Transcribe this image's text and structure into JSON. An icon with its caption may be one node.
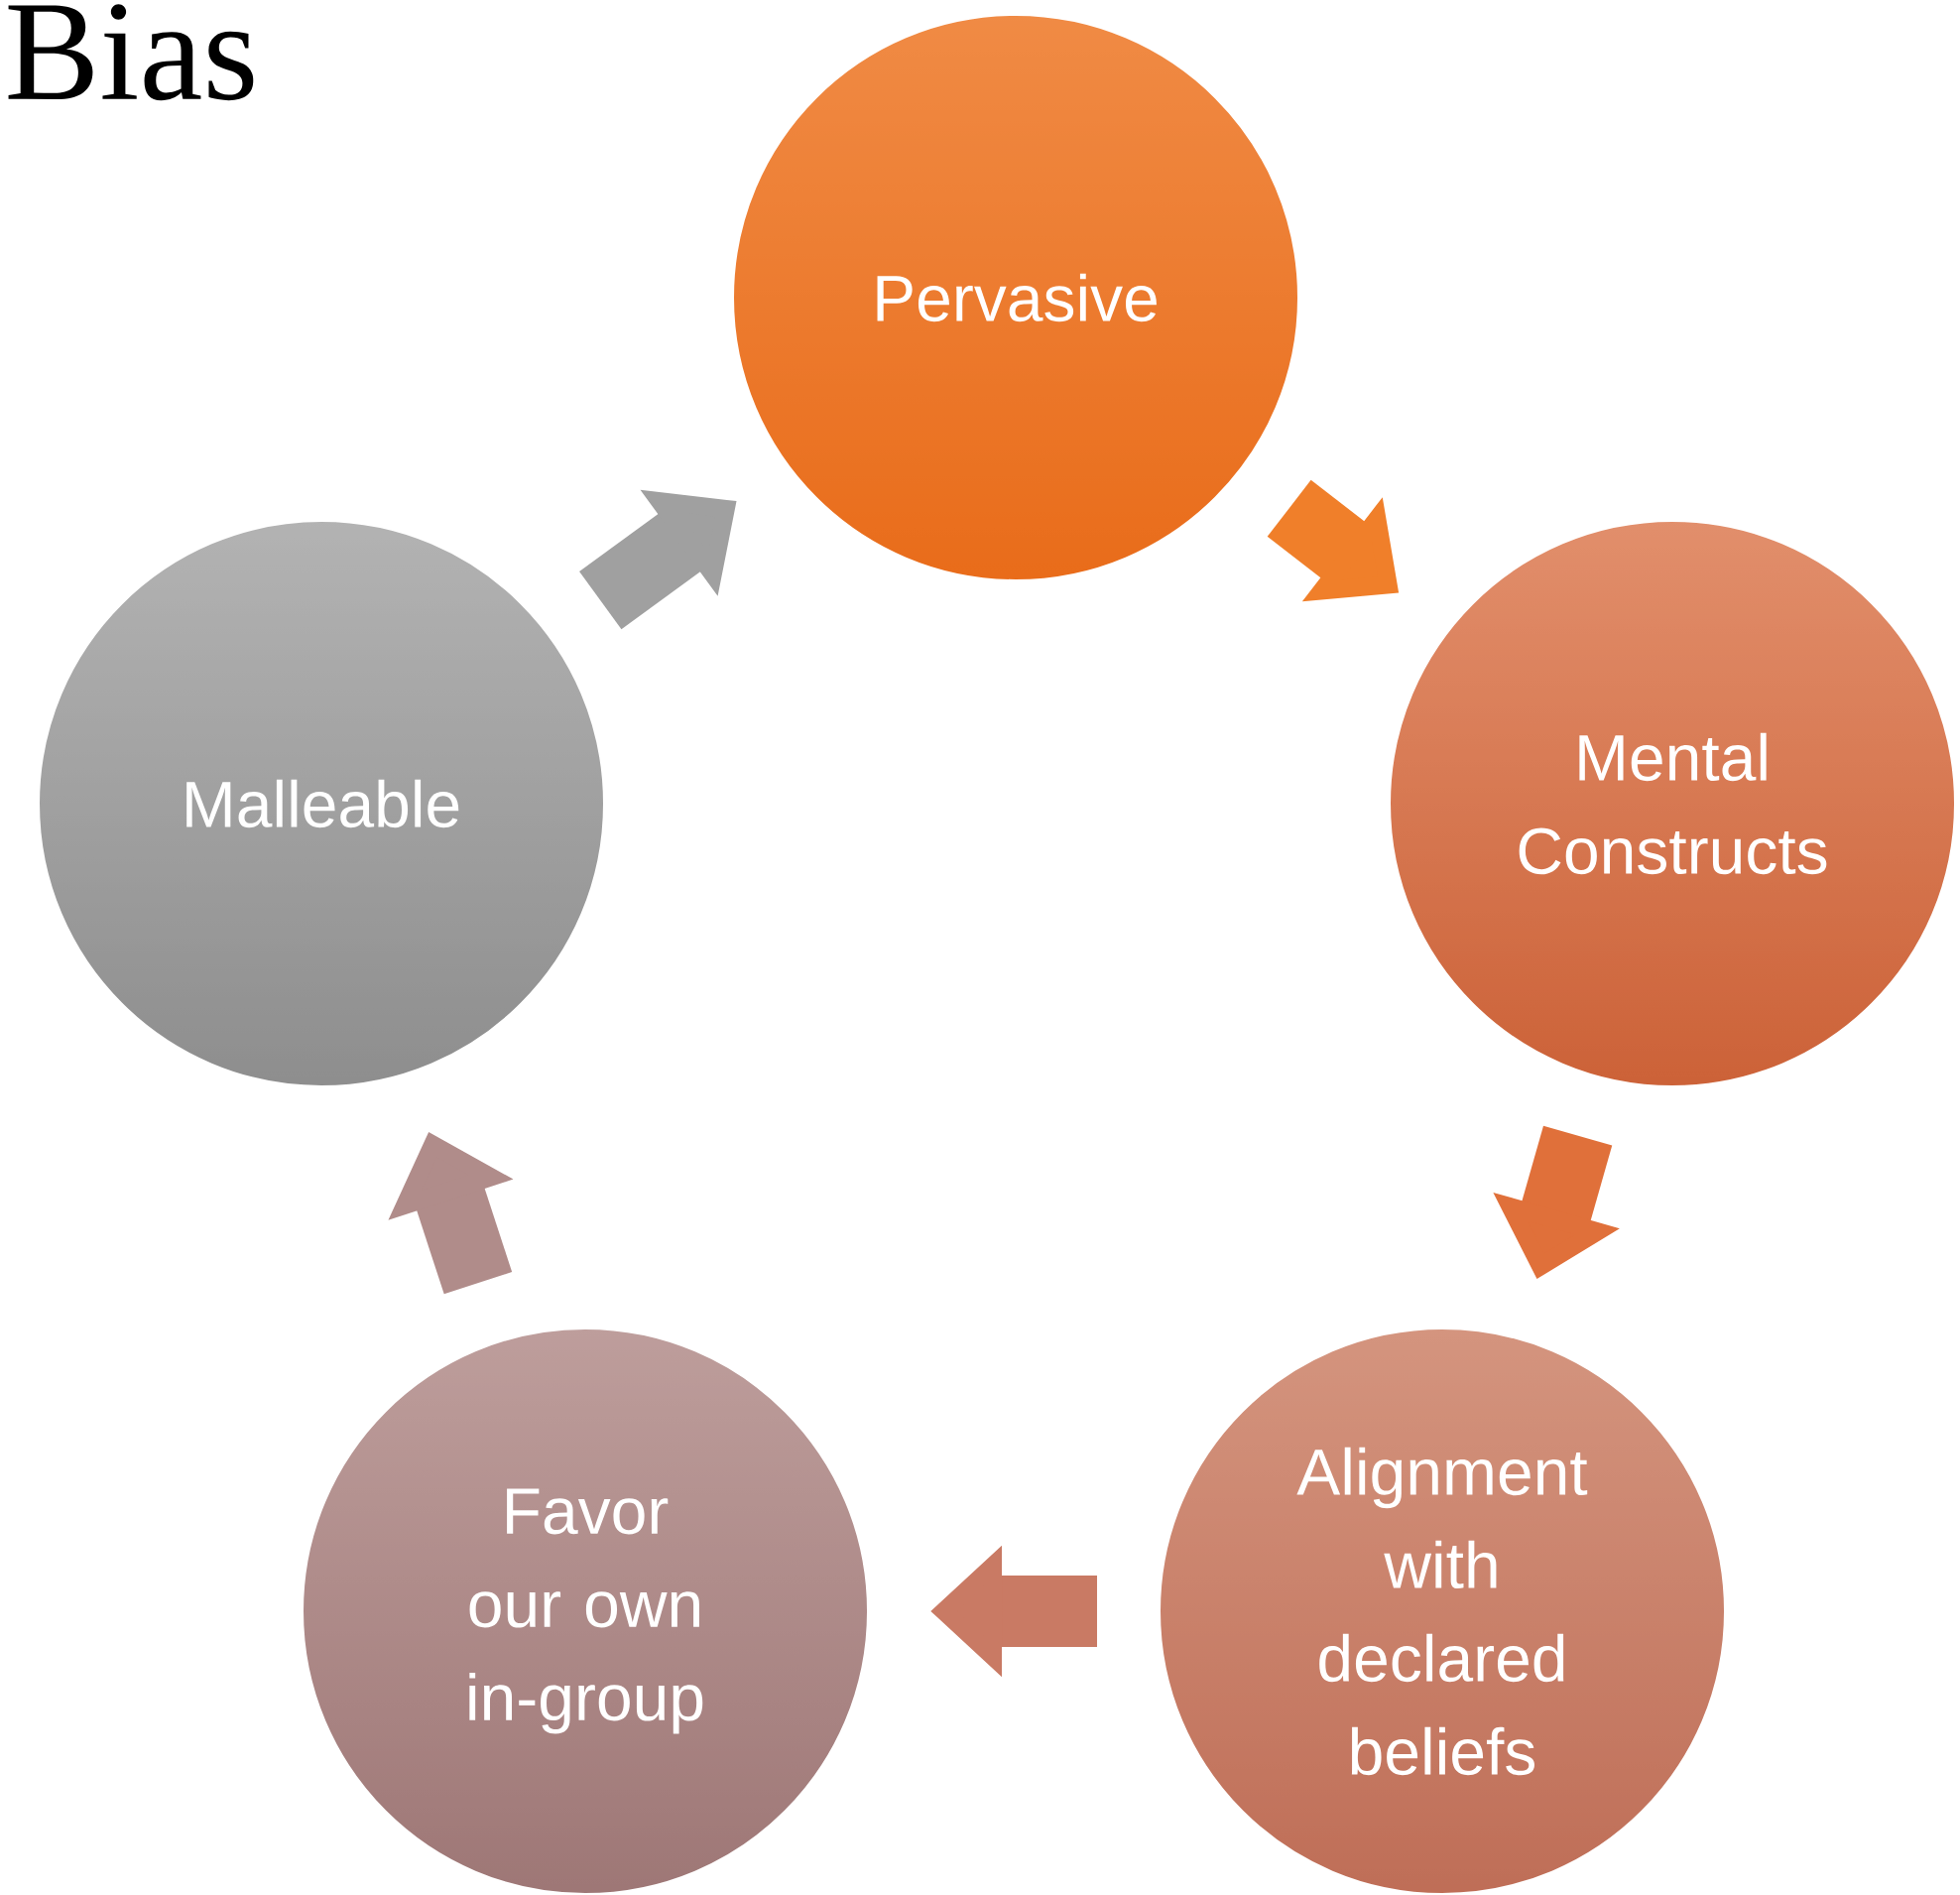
{
  "diagram": {
    "title": "Bias",
    "nodes": [
      {
        "text": [
          "Pervasive"
        ]
      },
      {
        "text": [
          "Mental Constructs"
        ]
      },
      {
        "text": [
          "Alignment with declared beliefs"
        ]
      },
      {
        "text": [
          "Favor our own in-group"
        ]
      },
      {
        "text": [
          "Malleable"
        ]
      }
    ],
    "edges": [
      {
        "from": 0,
        "to": 1,
        "arrow": "to",
        "color": "#f07f2a"
      },
      {
        "from": 1,
        "to": 2,
        "arrow": "to",
        "color": "#e0703a"
      },
      {
        "from": 2,
        "to": 3,
        "arrow": "to",
        "color": "#c97a64"
      },
      {
        "from": 3,
        "to": 4,
        "arrow": "to",
        "color": "#b08c8a"
      },
      {
        "from": 4,
        "to": 0,
        "arrow": "to",
        "color": "#a0a0a0"
      }
    ]
  }
}
